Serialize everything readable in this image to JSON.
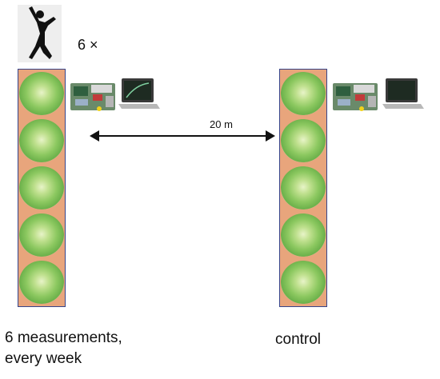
{
  "repeat_label": "6 ×",
  "distance_label": "20 m",
  "left_caption": [
    "6 measurements,",
    "every week"
  ],
  "right_caption": "control",
  "icons": {
    "person": "dancing-person-icon",
    "plant": "lettuce-icon",
    "sensor": "sensor-board-icon",
    "computer": "laptop-icon",
    "distance": "double-arrow-icon"
  },
  "colors": {
    "soil": "#e8a57c",
    "column_border": "#36458c",
    "lettuce": "#8cc860"
  }
}
